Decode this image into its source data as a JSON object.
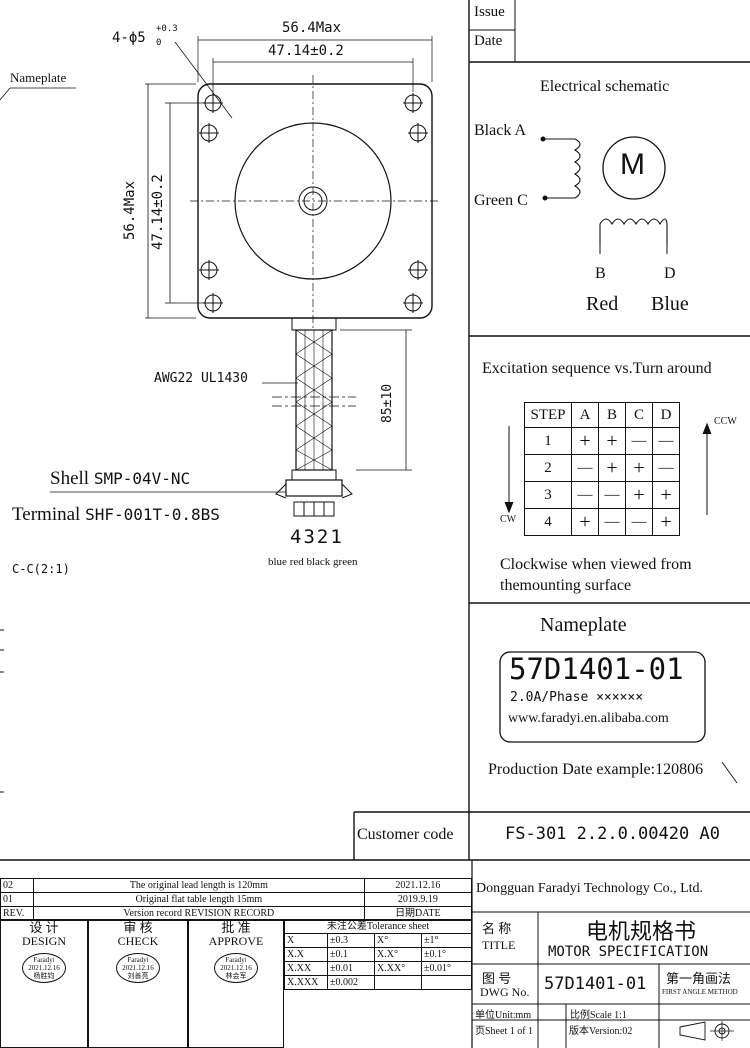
{
  "dims": {
    "hole_spec": "4-ϕ5",
    "hole_tol_top": "+0.3",
    "hole_tol_bottom": "0",
    "width_max": "56.4Max",
    "width_pitch": "47.14±0.2",
    "height_max": "56.4Max",
    "height_pitch": "47.14±0.2",
    "cable_length": "85±10",
    "wire_label": "AWG22 UL1430"
  },
  "labels": {
    "nameplate_ptr": "Nameplate",
    "shell_prefix": "Shell ",
    "shell_part": "SMP-04V-NC",
    "terminal_prefix": "Terminal ",
    "terminal_part": "SHF-001T-0.8BS",
    "pin_numbers": "4321",
    "pin_colors": "blue red black green",
    "section": "C-C(2:1)"
  },
  "issue_box": {
    "issue": "Issue",
    "date": "Date"
  },
  "schematic": {
    "title": "Electrical schematic",
    "black": "Black A",
    "green": "Green C",
    "motor": "M",
    "b": "B",
    "d": "D",
    "red": "Red",
    "blue": "Blue"
  },
  "excitation": {
    "title": "Excitation sequence vs.Turn around",
    "ccw": "CCW",
    "cw": "CW",
    "headers": [
      "STEP",
      "A",
      "B",
      "C",
      "D"
    ],
    "rows": [
      [
        "1",
        "+",
        "+",
        "—",
        "—"
      ],
      [
        "2",
        "—",
        "+",
        "+",
        "—"
      ],
      [
        "3",
        "—",
        "—",
        "+",
        "+"
      ],
      [
        "4",
        "+",
        "—",
        "—",
        "+"
      ]
    ],
    "note_line1": "Clockwise when viewed from",
    "note_line2": "themounting surface"
  },
  "nameplate": {
    "title": "Nameplate",
    "model": "57D1401-01",
    "current": "2.0A/Phase ××××××",
    "url": "www.faradyi.en.alibaba.com",
    "prod_date": "Production Date example:120806"
  },
  "customer": {
    "label": "Customer code",
    "code": "FS-301 2.2.0.00420 A0"
  },
  "title_block": {
    "company": "Dongguan Faradyi Technology Co., Ltd.",
    "revisions": [
      {
        "rev": "02",
        "desc": "The original lead length is 120mm",
        "date": "2021.12.16"
      },
      {
        "rev": "01",
        "desc": "Original flat table length 15mm",
        "date": "2019.9.19"
      },
      {
        "rev": "REV.",
        "desc": "Version record REVISION RECORD",
        "date": "日期DATE"
      }
    ],
    "design_cn": "设 计",
    "design_en": "DESIGN",
    "check_cn": "审 核",
    "check_en": "CHECK",
    "approve_cn": "批 准",
    "approve_en": "APPROVE",
    "tolerance_title": "未注公差Tolerance sheet",
    "tol": [
      [
        "X",
        "±0.3",
        "X°",
        "±1°"
      ],
      [
        "X.X",
        "±0.1",
        "X.X°",
        "±0.1°"
      ],
      [
        "X.XX",
        "±0.01",
        "X.XX°",
        "±0.01°"
      ],
      [
        "X.XXX",
        "±0.002",
        "",
        ""
      ]
    ],
    "stamps": [
      {
        "org": "Faradyi",
        "date": "2021.12.16",
        "name": "杨胜钧"
      },
      {
        "org": "Faradyi",
        "date": "2021.12.16",
        "name": "刘善亮"
      },
      {
        "org": "Faradyi",
        "date": "2021.12.16",
        "name": "林会军"
      }
    ],
    "name_cn": "名 称",
    "name_en": "TITLE",
    "title_cn": "电机规格书",
    "title_en": "MOTOR SPECIFICATION",
    "dwg_cn": "图 号",
    "dwg_en": "DWG No.",
    "dwg_no": "57D1401-01",
    "angle_cn": "第一角画法",
    "angle_en": "FIRST ANGLE METHOD",
    "unit": "单位Unit:mm",
    "scale": "比例Scale 1:1",
    "sheet": "页Sheet 1 of 1",
    "version": "版本Version:02"
  }
}
